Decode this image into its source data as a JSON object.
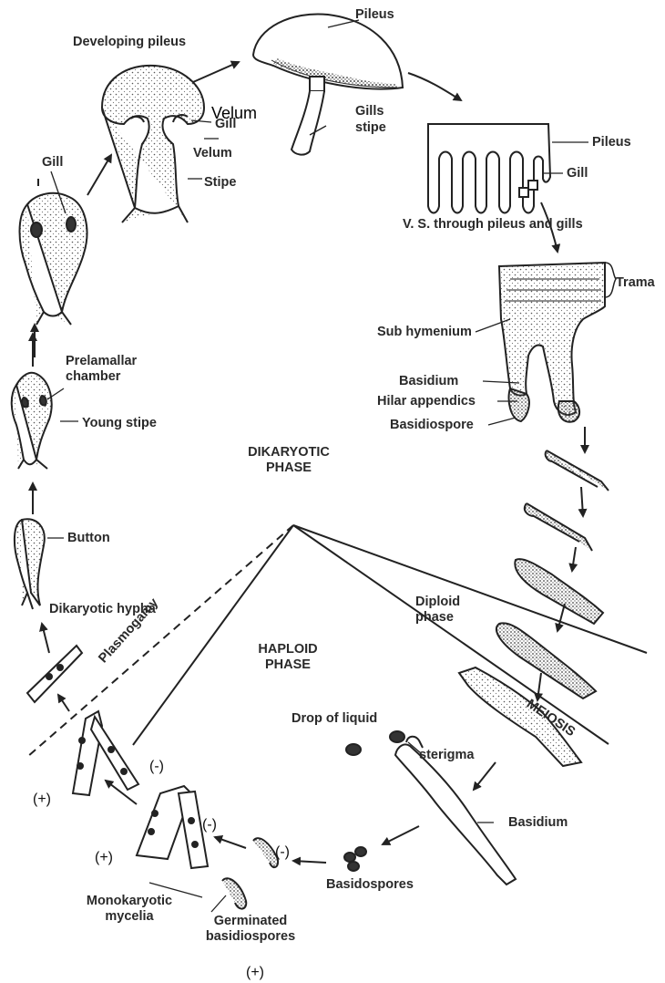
{
  "colors": {
    "ink": "#222222",
    "background": "#ffffff",
    "stipple": "#555555"
  },
  "labels": {
    "pileus_top": "Pileus",
    "developing_pileus": "Developing pileus",
    "velum_overlay": "Velum",
    "gill_developing": "Gill",
    "velum_developing": "Velum",
    "stipe_developing": "Stipe",
    "gills_mature": "Gills",
    "stipe_mature": "stipe",
    "gill_early": "Gill",
    "pileus_vs": "Pileus",
    "gill_vs": "Gill",
    "vs_caption": "V. S. through pileus and gills",
    "trama": "Trama",
    "sub_hymenium": "Sub hymenium",
    "basidium_top": "Basidium",
    "hilar_appendics": "Hilar appendics",
    "basidiospore": "Basidiospore",
    "prelamallar_chamber": "Prelamallar chamber",
    "young_stipe": "Young stipe",
    "dikaryotic_phase": "DIKARYOTIC PHASE",
    "button": "Button",
    "dikaryotic_hypha": "Dikaryotic hypha",
    "plasmogamy": "Plasmogamy",
    "diploid_phase": "Diploid phase",
    "haploid_phase": "HAPLOID PHASE",
    "meiosis": "MEIOSIS",
    "drop_of_liquid": "Drop of liquid",
    "sterigma": "sterigma",
    "basidium_bottom": "Basidium",
    "basidospores": "Basidospores",
    "monokaryotic_mycelia": "Monokaryotic mycelia",
    "germinated_basidiospores": "Germinated basidiospores"
  },
  "signs": {
    "minus_a": "(-)",
    "plus_a": "(+)",
    "minus_b": "(-)",
    "plus_b": "(+)",
    "minus_c": "(-)",
    "plus_c": "(+)"
  }
}
